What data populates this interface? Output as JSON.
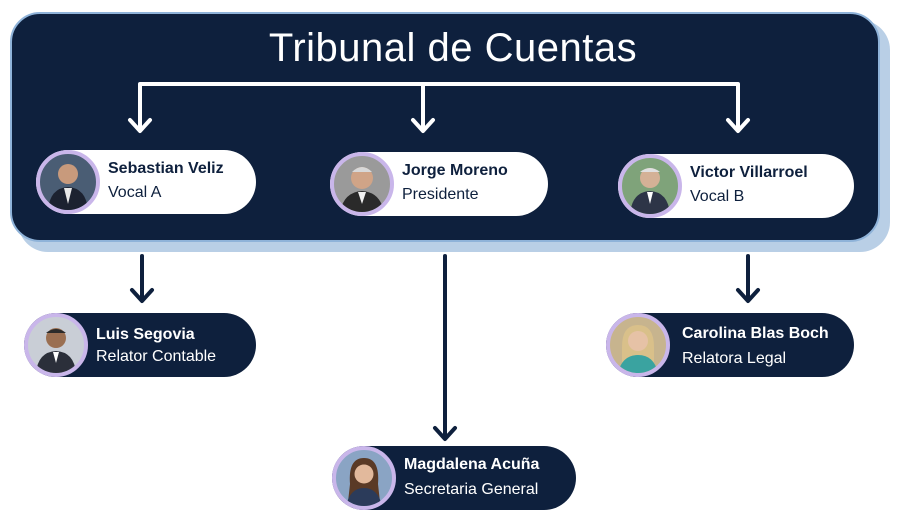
{
  "title": "Tribunal de Cuentas",
  "members": [
    {
      "name": "Sebastian Veliz",
      "role": "Vocal A"
    },
    {
      "name": "Jorge Moreno",
      "role": "Presidente"
    },
    {
      "name": "Victor Villarroel",
      "role": "Vocal B"
    },
    {
      "name": "Luis Segovia",
      "role": "Relator Contable"
    },
    {
      "name": "Carolina Blas Boch",
      "role": "Relatora Legal"
    },
    {
      "name": "Magdalena Acuña",
      "role": "Secretaria General"
    }
  ],
  "colors": {
    "panel": "#0e203d",
    "panel_border": "#8fb3d9",
    "avatar_ring": "#c9b6ea",
    "arrow_light": "#ffffff",
    "arrow_dark": "#0e203d"
  }
}
